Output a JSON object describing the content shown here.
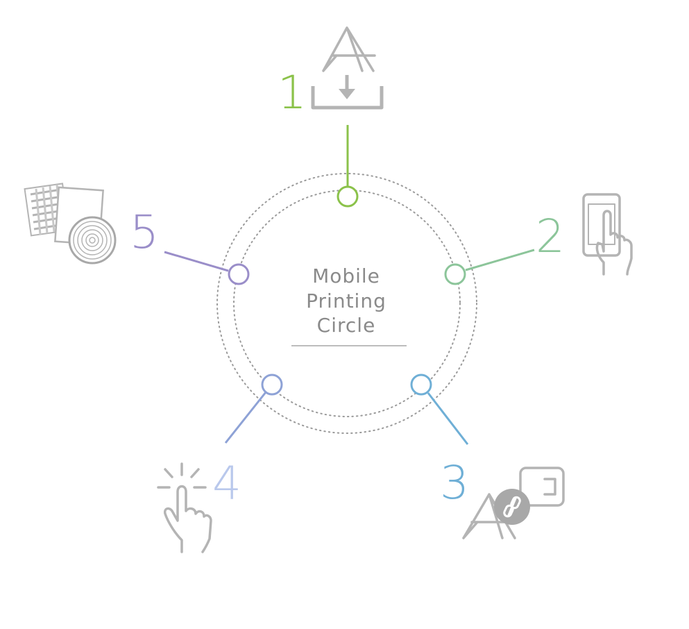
{
  "center": {
    "lines": [
      "Mobile",
      "Printing",
      "Circle"
    ]
  },
  "steps": [
    {
      "number": "1",
      "color": "#8bc24a",
      "icon": "font-download-icon"
    },
    {
      "number": "2",
      "color": "#8cc59a",
      "icon": "phone-tap-icon"
    },
    {
      "number": "3",
      "color": "#6fafd6",
      "icon": "font-link-icon"
    },
    {
      "number": "4",
      "color": "#b9c8ec",
      "line_color": "#8ea2d6",
      "icon": "finger-tap-icon"
    },
    {
      "number": "5",
      "color": "#9a8ec9",
      "icon": "materials-icon"
    }
  ],
  "colors": {
    "dotted_ring": "#9a9a9a",
    "icon_gray": "#b4b4b4",
    "underline": "#bdbdbd"
  }
}
